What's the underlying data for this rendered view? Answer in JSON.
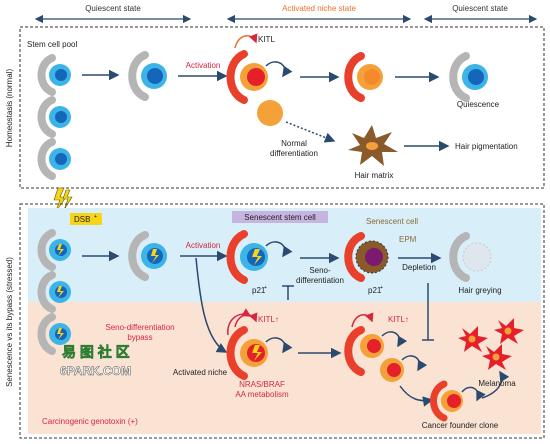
{
  "headers": {
    "quiescent_left": "Quiescent state",
    "activated": "Activated niche state",
    "quiescent_right": "Quiescent state"
  },
  "side_labels": {
    "top": "Homeostasis (normal)",
    "bottom": "Senescence vs its bypass (stressed)"
  },
  "top_panel": {
    "stem_cell_pool": "Stem cell pool",
    "activation": "Activation",
    "kitl": "KITL",
    "normal_differentiation": "Normal differentiation",
    "hair_matrix": "Hair matrix",
    "hair_pigmentation": "Hair pigmentation",
    "quiescence": "Quiescence"
  },
  "bottom_panel": {
    "dsb": "DSB",
    "dsb_sup": "+",
    "senescent_stem_cell": "Senescent stem cell",
    "senescent_cell": "Senescent cell",
    "activation": "Activation",
    "p21_a": "p21",
    "p21_a_sup": "+",
    "seno_differentiation_line1": "Seno-",
    "seno_differentiation_line2": "differentiation",
    "epm": "EPM",
    "p21_b": "p21",
    "p21_b_sup": "+",
    "depletion": "Depletion",
    "hair_greying": "Hair greying",
    "seno_bypass_line1": "Seno-differentiation",
    "seno_bypass_line2": "bypass",
    "kitl_up_a": "KITL↑",
    "kitl_up_b": "KITL↑",
    "activated_niche": "Activated niche",
    "nras_braf": "NRAS/BRAF",
    "aa_metabolism": "AA metabolism",
    "melanoma": "Melanoma",
    "cancer_founder_clone": "Cancer founder clone",
    "carcinogenic_genotoxin": "Carcinogenic genotoxin (+)",
    "watermark_cn": "易 图 社 区",
    "watermark_en": "6PARK.COM"
  },
  "colors": {
    "blue_nucleus": "#1565b8",
    "blue_cell": "#3cb4e8",
    "niche_gray": "#b5b5b5",
    "activation_red": "#e8402a",
    "orange": "#f5a13a",
    "melanoma_red": "#e5202a",
    "senescent_purple": "#7b1a6e",
    "brown": "#8a5a2b",
    "bg_blue": "#d8eef8",
    "bg_peach": "#fbe3d4",
    "header_blue": "#1e3a6e",
    "header_orange": "#e8702a",
    "label_red": "#d7263d",
    "senescent_bar": "#c8b4e0",
    "dsb_yellow": "#f7d417"
  }
}
